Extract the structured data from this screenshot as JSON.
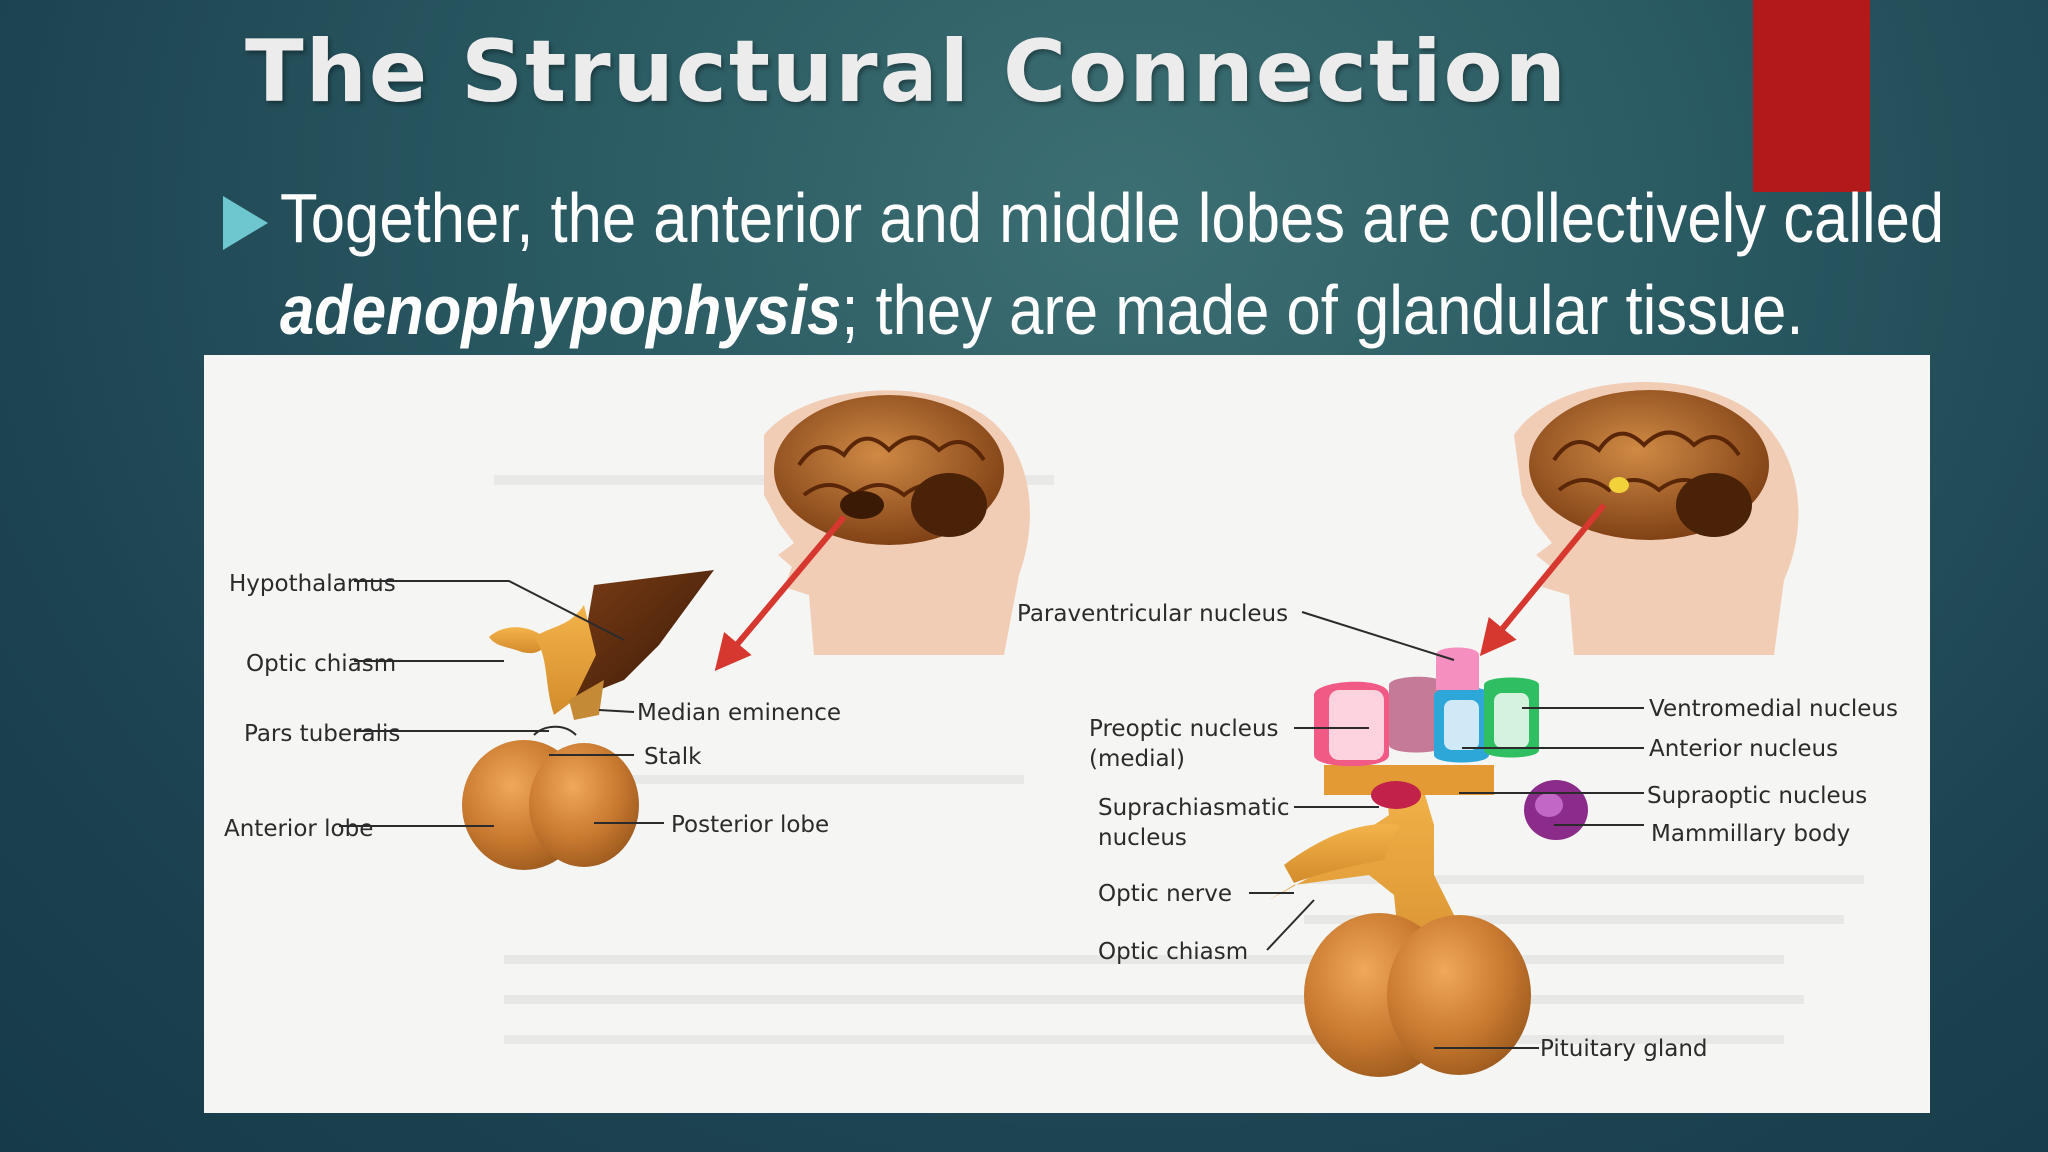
{
  "slide": {
    "title": "The Structural Connection",
    "bullet": {
      "line1": "Together, the anterior and middle lobes are collectively called",
      "term": "adenophypophysis",
      "line2_rest": "; they are made of glandular tissue."
    },
    "colors": {
      "background": "#1d4452",
      "accent_bar": "#b1191b",
      "bullet_arrow": "#6ec7cf",
      "text": "#ffffff"
    }
  },
  "figure": {
    "left_labels": {
      "hypothalamus": "Hypothalamus",
      "optic_chiasm": "Optic chiasm",
      "pars_tuberalis": "Pars tuberalis",
      "anterior_lobe": "Anterior lobe",
      "median_eminence": "Median eminence",
      "stalk": "Stalk",
      "posterior_lobe": "Posterior lobe"
    },
    "right_labels": {
      "paraventricular": "Paraventricular nucleus",
      "preoptic_1": "Preoptic nucleus",
      "preoptic_2": "(medial)",
      "suprachiasmatic_1": "Suprachiasmatic",
      "suprachiasmatic_2": "nucleus",
      "optic_nerve": "Optic nerve",
      "optic_chiasm": "Optic chiasm",
      "ventromedial": "Ventromedial nucleus",
      "anterior_nucleus": "Anterior nucleus",
      "supraoptic": "Supraoptic nucleus",
      "mammillary": "Mammillary body",
      "pituitary": "Pituitary gland"
    }
  }
}
